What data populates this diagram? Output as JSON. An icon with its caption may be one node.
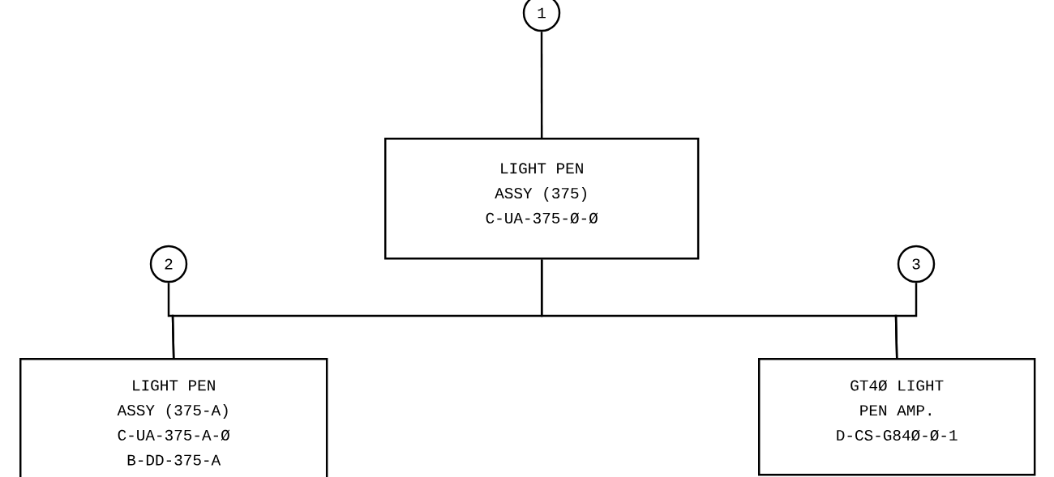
{
  "diagram": {
    "nodes": [
      {
        "text": [
          "1"
        ]
      },
      {
        "text": [
          "LIGHT PEN ASSY (375)",
          "C-UA-375-Ø-Ø"
        ]
      },
      {
        "text": [
          "2"
        ]
      },
      {
        "text": [
          "3"
        ]
      },
      {
        "text": [
          "LIGHT PEN ASSY (375-A)",
          "C-UA-375-A-Ø",
          "B-DD-375-A"
        ]
      },
      {
        "text": [
          "GT4Ø LIGHT PEN AMP.",
          "D-CS-G84Ø-Ø-1"
        ]
      }
    ],
    "edges": [
      {
        "from": 0,
        "to": 1,
        "arrow": "none"
      },
      {
        "from": 1,
        "to": 4,
        "arrow": "none"
      },
      {
        "from": 1,
        "to": 5,
        "arrow": "none"
      },
      {
        "from": 2,
        "to": 4,
        "arrow": "none"
      },
      {
        "from": 3,
        "to": 5,
        "arrow": "none"
      }
    ]
  }
}
